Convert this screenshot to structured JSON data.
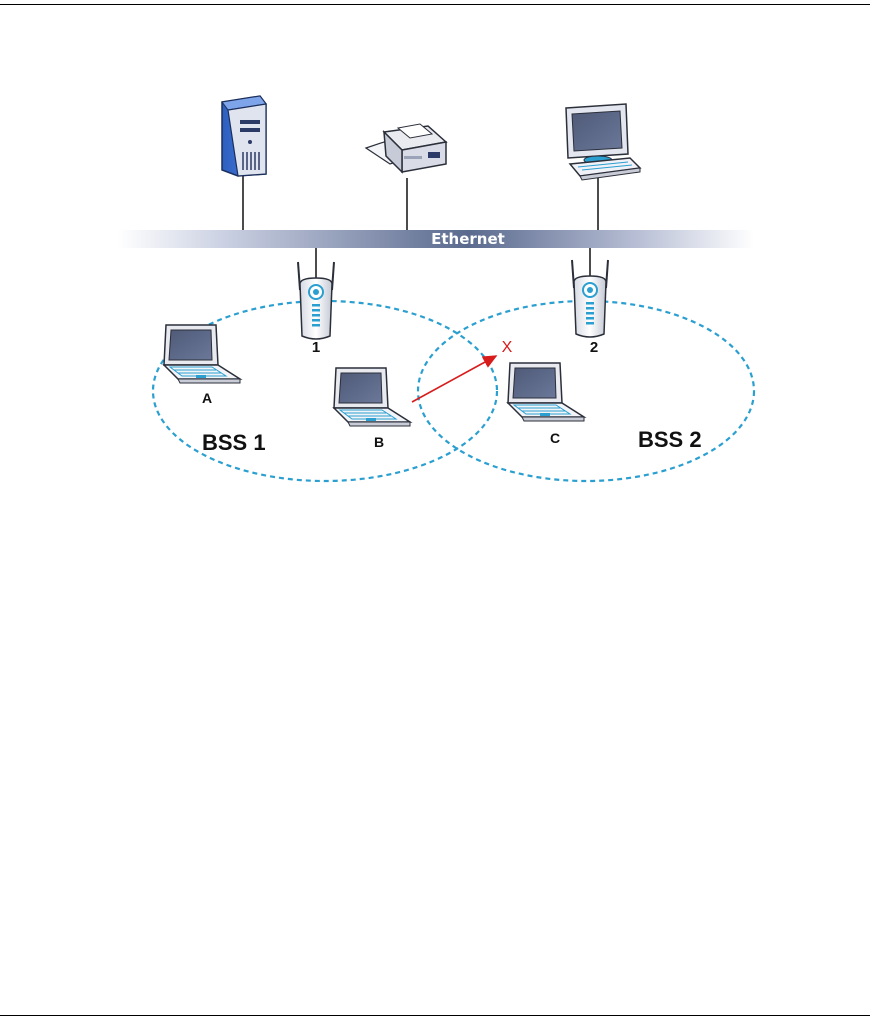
{
  "network": {
    "bus_label": "Ethernet",
    "access_points": [
      {
        "id": "1",
        "label": "1"
      },
      {
        "id": "2",
        "label": "2"
      }
    ],
    "stations": [
      {
        "id": "A",
        "label": "A"
      },
      {
        "id": "B",
        "label": "B"
      },
      {
        "id": "C",
        "label": "C"
      }
    ],
    "bss": [
      {
        "id": "bss1",
        "label": "BSS 1"
      },
      {
        "id": "bss2",
        "label": "BSS 2"
      }
    ],
    "blocked_marker": "X",
    "colors": {
      "bss_border": "#2a9fd0",
      "blocked_arrow": "#d81b1b",
      "bus_dark": "#5a6a8e",
      "device_blue": "#3a6fcc"
    }
  }
}
